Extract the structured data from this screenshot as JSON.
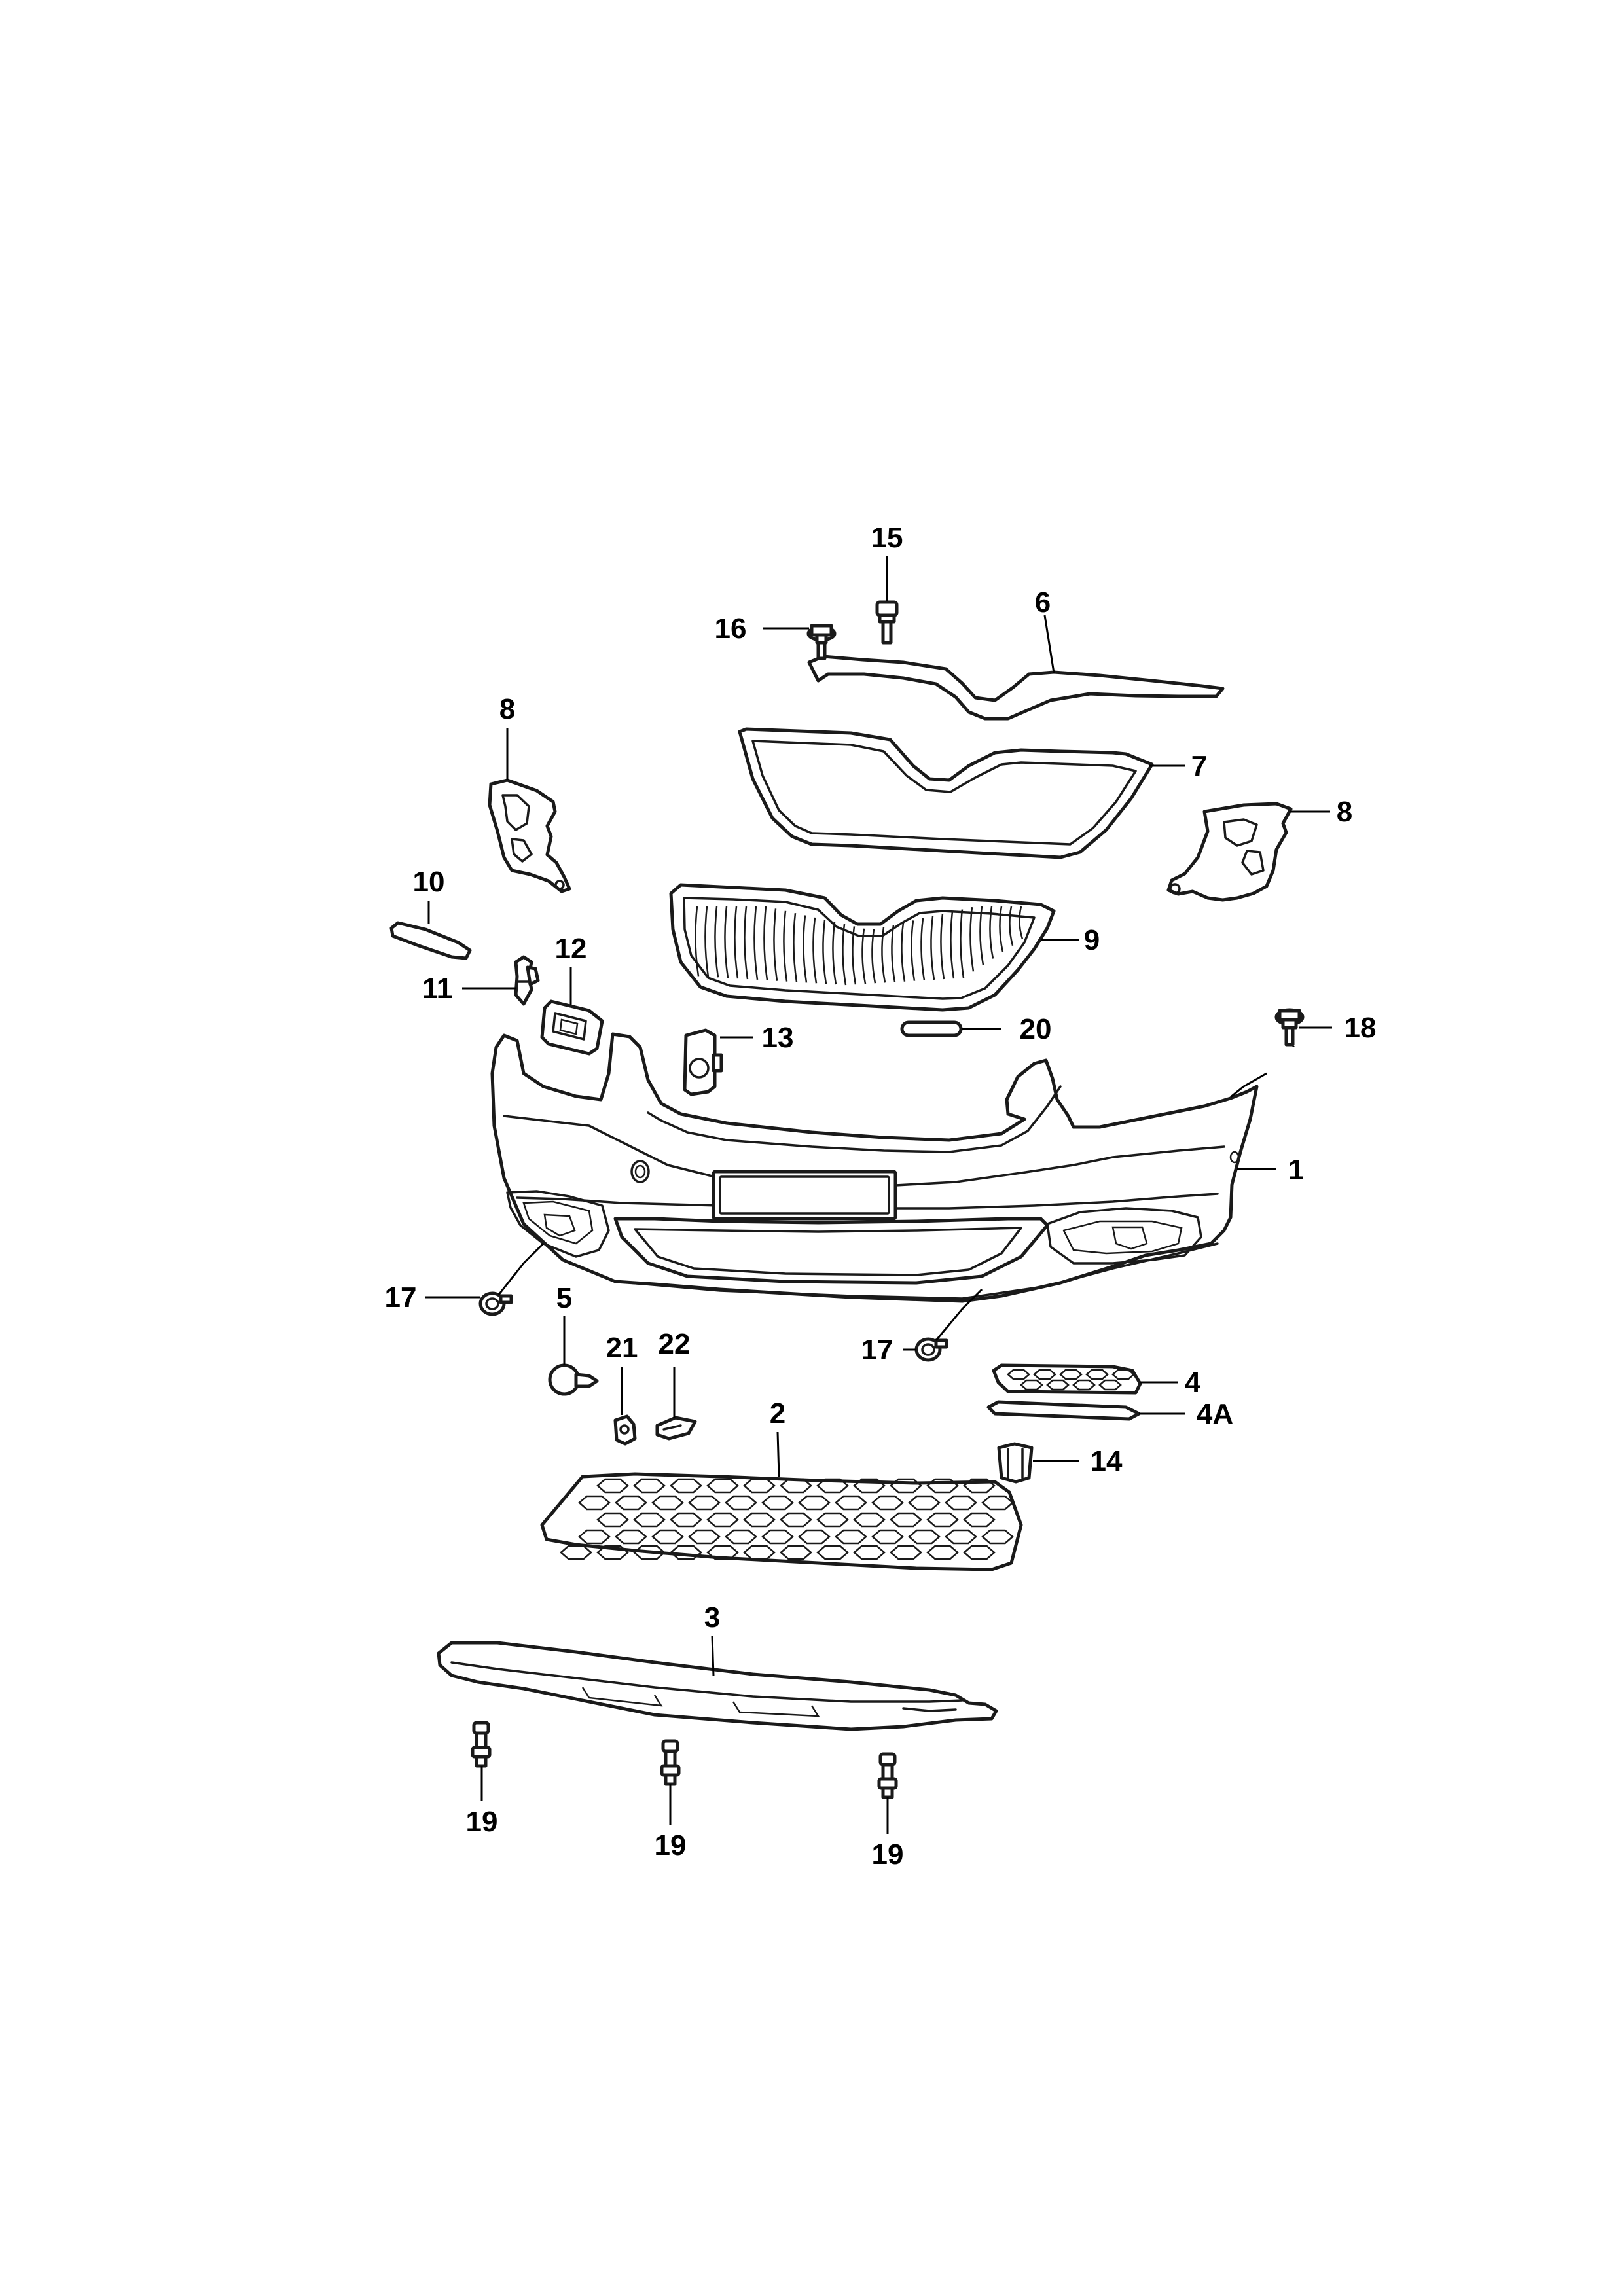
{
  "callouts": {
    "c1": "1",
    "c2": "2",
    "c3": "3",
    "c4": "4",
    "c4a": "4A",
    "c5": "5",
    "c6": "6",
    "c7": "7",
    "c8_left": "8",
    "c8_right": "8",
    "c9": "9",
    "c10": "10",
    "c11": "11",
    "c12": "12",
    "c13": "13",
    "c14": "14",
    "c15": "15",
    "c16": "16",
    "c17_left": "17",
    "c17_right": "17",
    "c18": "18",
    "c19_left": "19",
    "c19_mid": "19",
    "c19_right": "19",
    "c20": "20",
    "c21": "21",
    "c22": "22"
  }
}
